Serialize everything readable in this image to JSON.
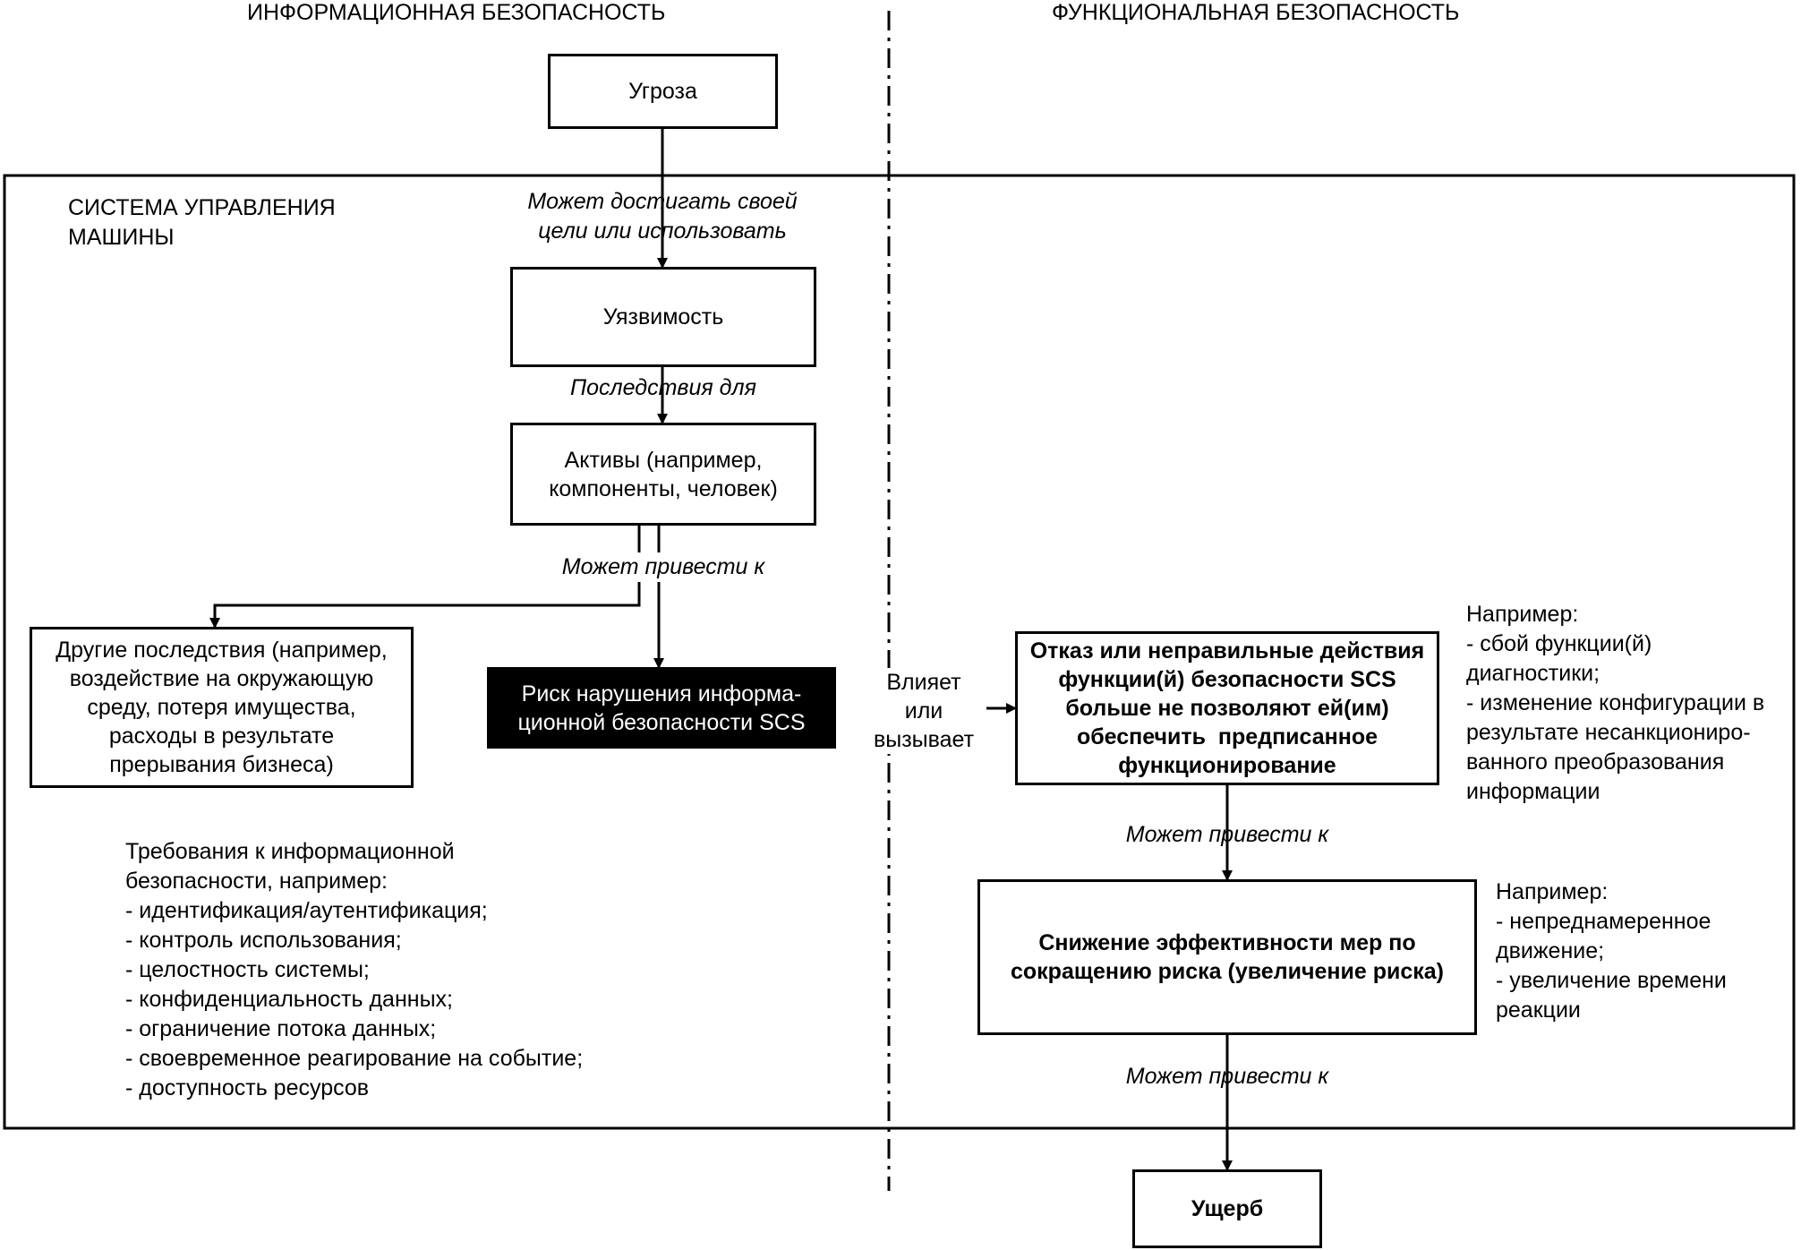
{
  "headers": {
    "left": "ИНФОРМАЦИОННАЯ БЕЗОПАСНОСТЬ",
    "right": "ФУНКЦИОНАЛЬНАЯ БЕЗОПАСНОСТЬ"
  },
  "system_label": "СИСТЕМА УПРАВЛЕНИЯ\nМАШИНЫ",
  "boxes": {
    "threat": "Угроза",
    "vulnerability": "Уязвимость",
    "assets": "Активы (например,\nкомпоненты, человек)",
    "other_consequences": "Другие последствия (например,\nвоздействие на окружающую\nсреду, потеря имущества,\nрасходы в результате\nпрерывания бизнеса)",
    "infosec_risk": "Риск нарушения информа-\nционной безопасности SCS",
    "failure": "Отказ или неправильные действия\nфункции(й) безопасности SCS\nбольше не позволяют ей(им)\nобеспечить  предписанное\nфункционирование",
    "reduction": "Снижение эффективности мер по\nсокращению риска (увеличение риска)",
    "damage": "Ущерб"
  },
  "edge_labels": {
    "threat_to_vuln": "Может достигать своей\nцели или использовать",
    "vuln_to_assets": "Последствия для",
    "assets_to_risk": "Может привести к",
    "risk_to_failure": "Влияет\nили\nвызывает",
    "failure_to_reduction": "Может привести к",
    "reduction_to_damage": "Может привести к"
  },
  "requirements": {
    "title": "Требования к информационной\nбезопасности, например:",
    "items": [
      "- идентификация/аутентификация;",
      "- контроль использования;",
      "- целостность системы;",
      "- конфиденциальность данных;",
      "- ограничение потока данных;",
      "- своевременное реагирование на событие;",
      "- доступность ресурсов"
    ]
  },
  "example_failure": {
    "title": "Например:",
    "lines": [
      "- сбой функции(й)",
      "диагностики;",
      "- изменение конфигурации в",
      "результате несанкциониро-",
      "ванного преобразования",
      "информации"
    ]
  },
  "example_reduction": {
    "title": "Например:",
    "lines": [
      "- непреднамеренное",
      "движение;",
      "- увеличение времени",
      "реакции"
    ]
  }
}
